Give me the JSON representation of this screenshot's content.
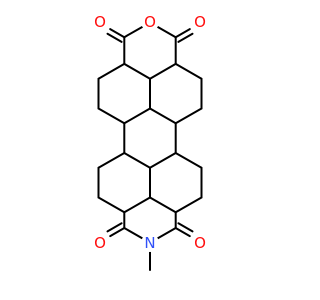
{
  "diagram": {
    "type": "chemical-structure",
    "colors": {
      "bond": "#000000",
      "background": "#ffffff"
    },
    "atoms": {
      "O1": {
        "element": "O",
        "color": "#ff0d0d"
      },
      "O_ring": {
        "element": "O",
        "color": "#ff0d0d"
      },
      "O2": {
        "element": "O",
        "color": "#ff0d0d"
      },
      "O3": {
        "element": "O",
        "color": "#ff0d0d"
      },
      "N": {
        "element": "N",
        "color": "#3050f8"
      },
      "O4": {
        "element": "O",
        "color": "#ff0d0d"
      }
    }
  }
}
